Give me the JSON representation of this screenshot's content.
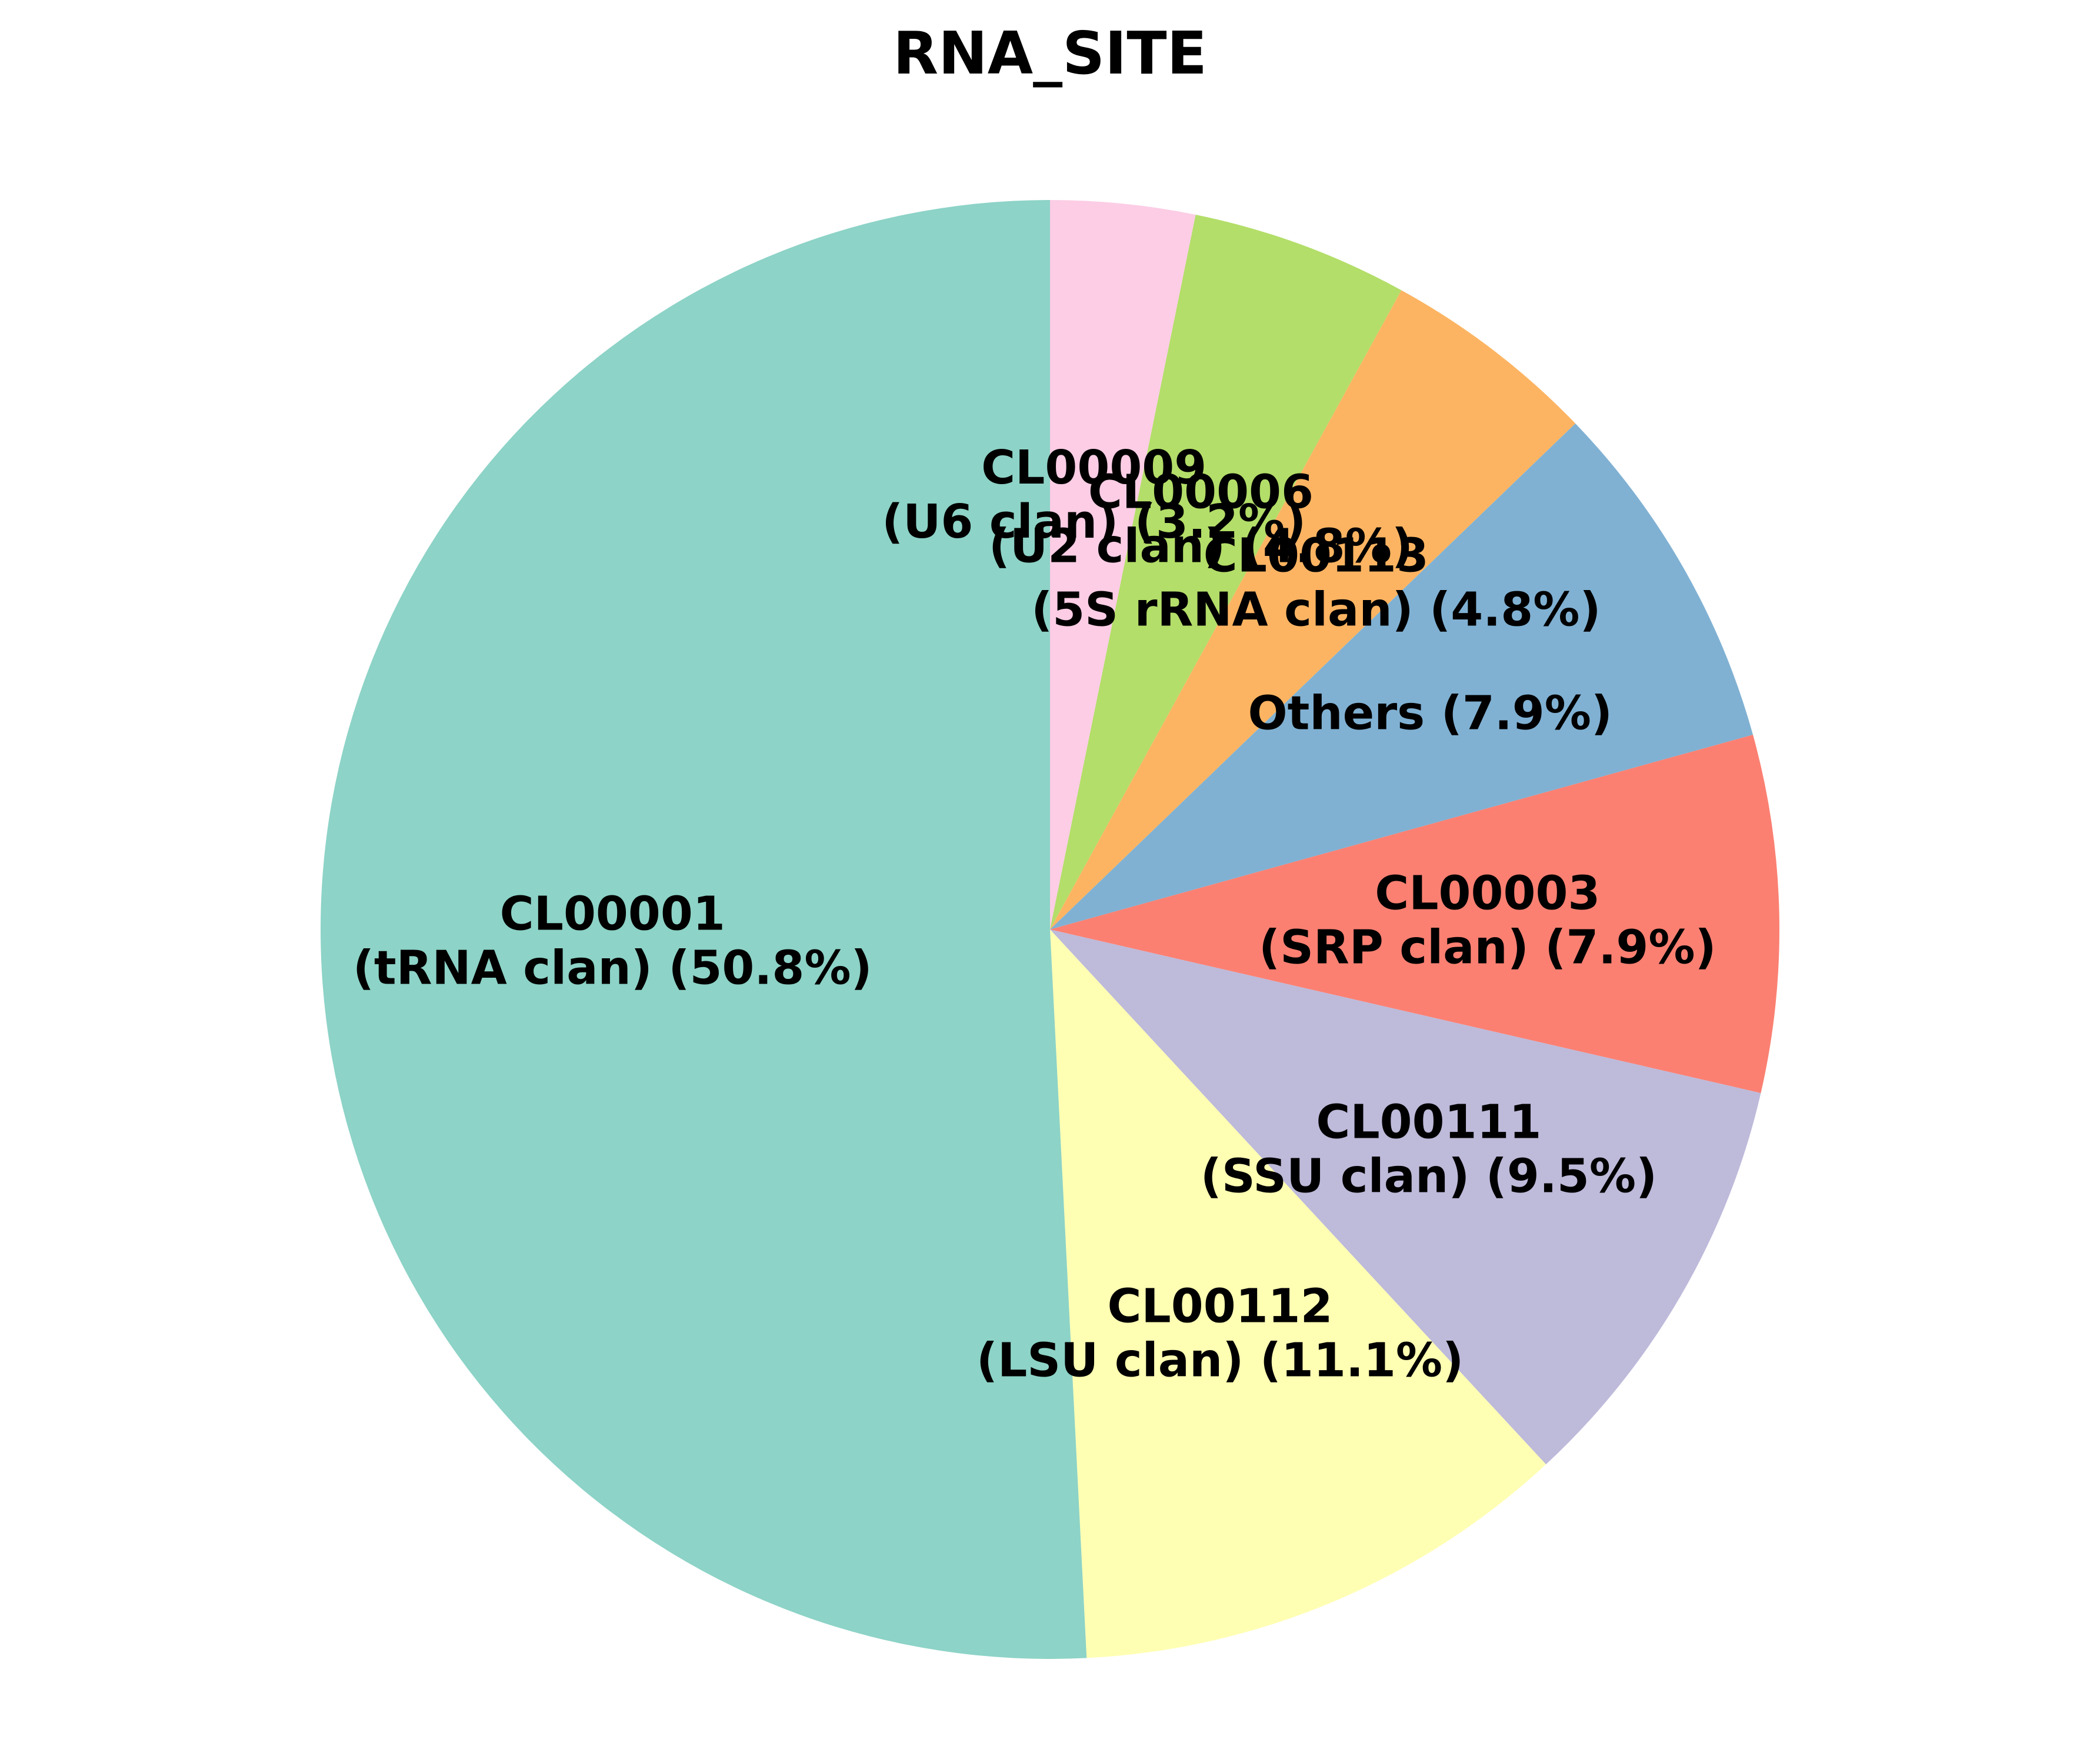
{
  "chart_data": {
    "type": "pie",
    "title": "RNA_SITE",
    "start_angle_deg": 90,
    "direction": "clockwise",
    "slices": [
      {
        "label_line1": "CL00009",
        "label_line2": "(U6 clan) (3.2%)",
        "value": 3.2,
        "color": "#fccde5"
      },
      {
        "label_line1": "CL00006",
        "label_line2": "(U2 clan) (4.8%)",
        "value": 4.8,
        "color": "#b3de69"
      },
      {
        "label_line1": "CL00113",
        "label_line2": "(5S rRNA clan) (4.8%)",
        "value": 4.8,
        "color": "#fdb462"
      },
      {
        "label_line1": "Others (7.9%)",
        "label_line2": "",
        "value": 7.9,
        "color": "#80b1d3"
      },
      {
        "label_line1": "CL00003",
        "label_line2": "(SRP clan) (7.9%)",
        "value": 7.9,
        "color": "#fb8072"
      },
      {
        "label_line1": "CL00111",
        "label_line2": "(SSU clan) (9.5%)",
        "value": 9.5,
        "color": "#bebada"
      },
      {
        "label_line1": "CL00112",
        "label_line2": "(LSU clan) (11.1%)",
        "value": 11.1,
        "color": "#ffffb3"
      },
      {
        "label_line1": "CL00001",
        "label_line2": "(tRNA clan) (50.8%)",
        "value": 50.8,
        "color": "#8dd3c7"
      }
    ]
  }
}
